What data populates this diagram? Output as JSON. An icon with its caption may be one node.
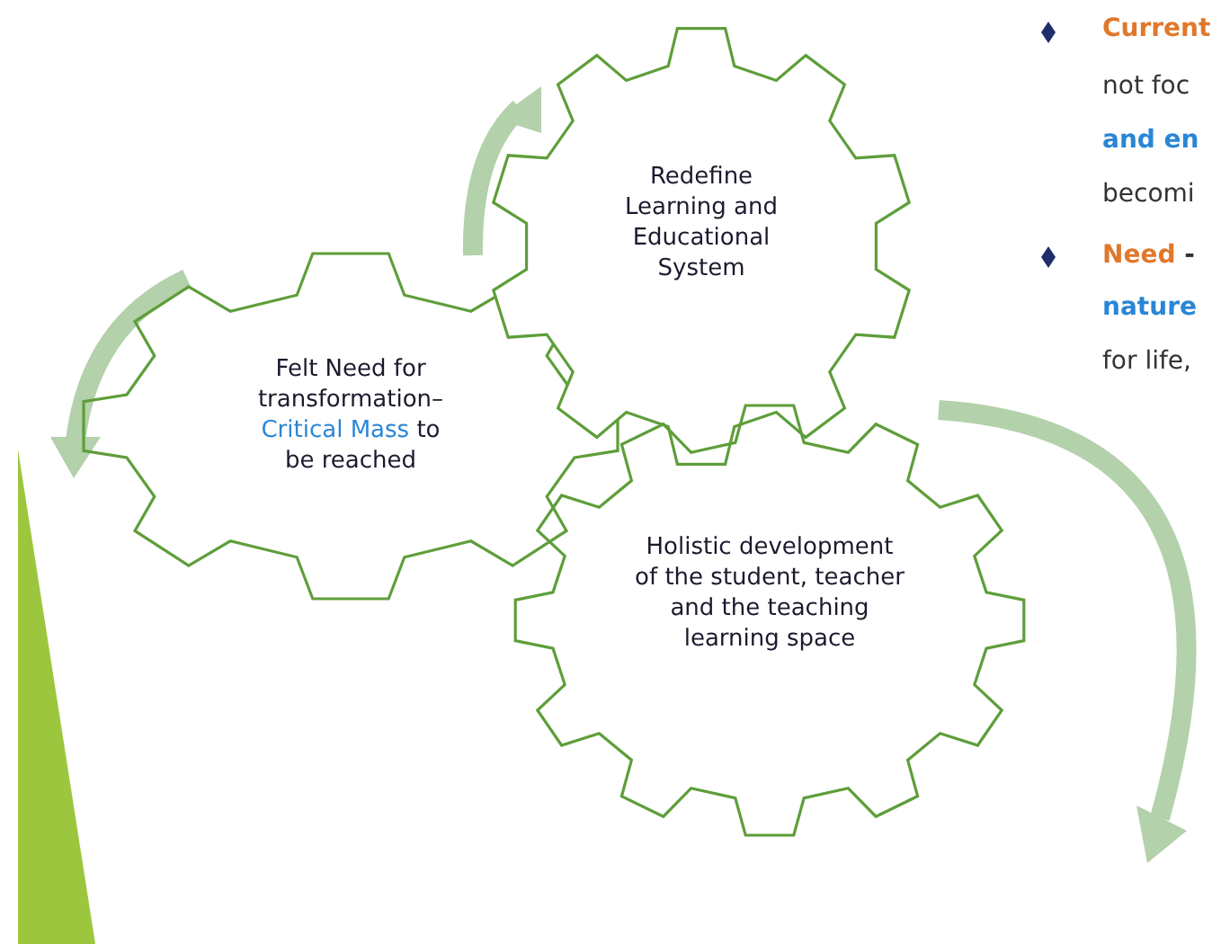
{
  "diagram": {
    "nodes": [
      {
        "text": [
          "Felt Need for transformation– **Critical Mass** to be reached"
        ]
      },
      {
        "text": [
          "Redefine Learning and Educational System"
        ]
      },
      {
        "text": [
          "Holistic development of the student, teacher and the teaching learning space"
        ]
      }
    ],
    "edges": [],
    "labels": [
      "Current",
      "not foc",
      "and en",
      "becomi",
      "**Need** -",
      "nature",
      "for life,"
    ]
  }
}
